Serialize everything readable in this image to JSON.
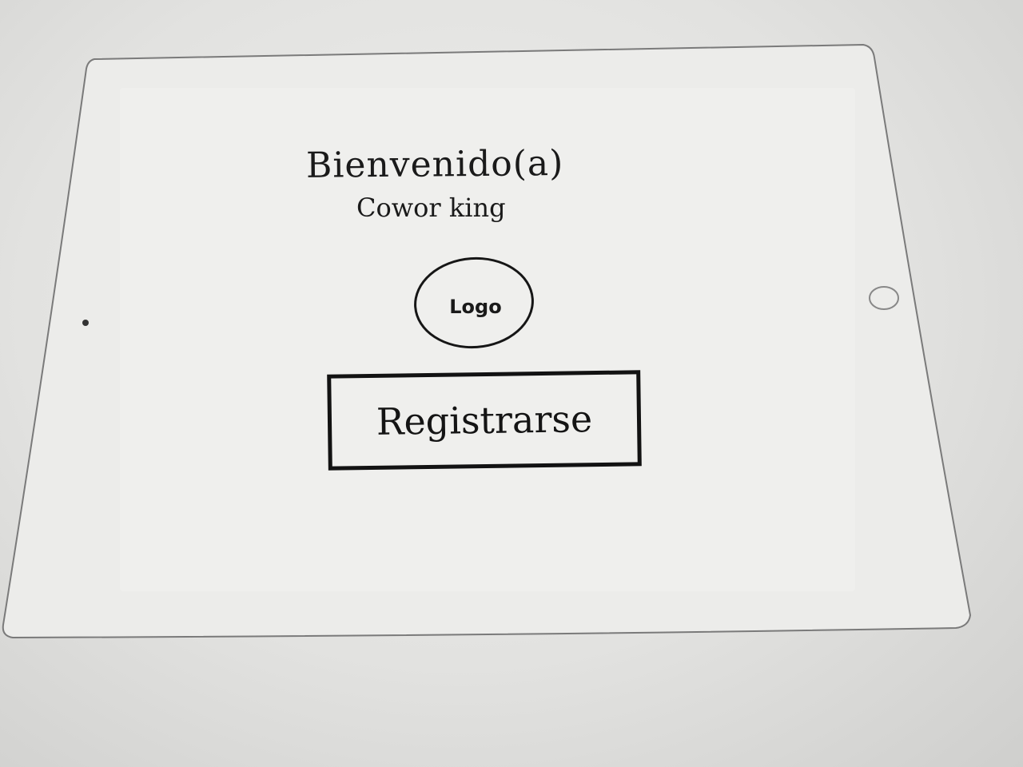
{
  "welcome": {
    "greeting": "Bienvenido(a)",
    "subtitle": "Cowor king"
  },
  "logo": {
    "label": "Logo"
  },
  "actions": {
    "register_label": "Registrarse"
  },
  "colors": {
    "ink": "#141414",
    "paper": "#e6e6e4"
  }
}
